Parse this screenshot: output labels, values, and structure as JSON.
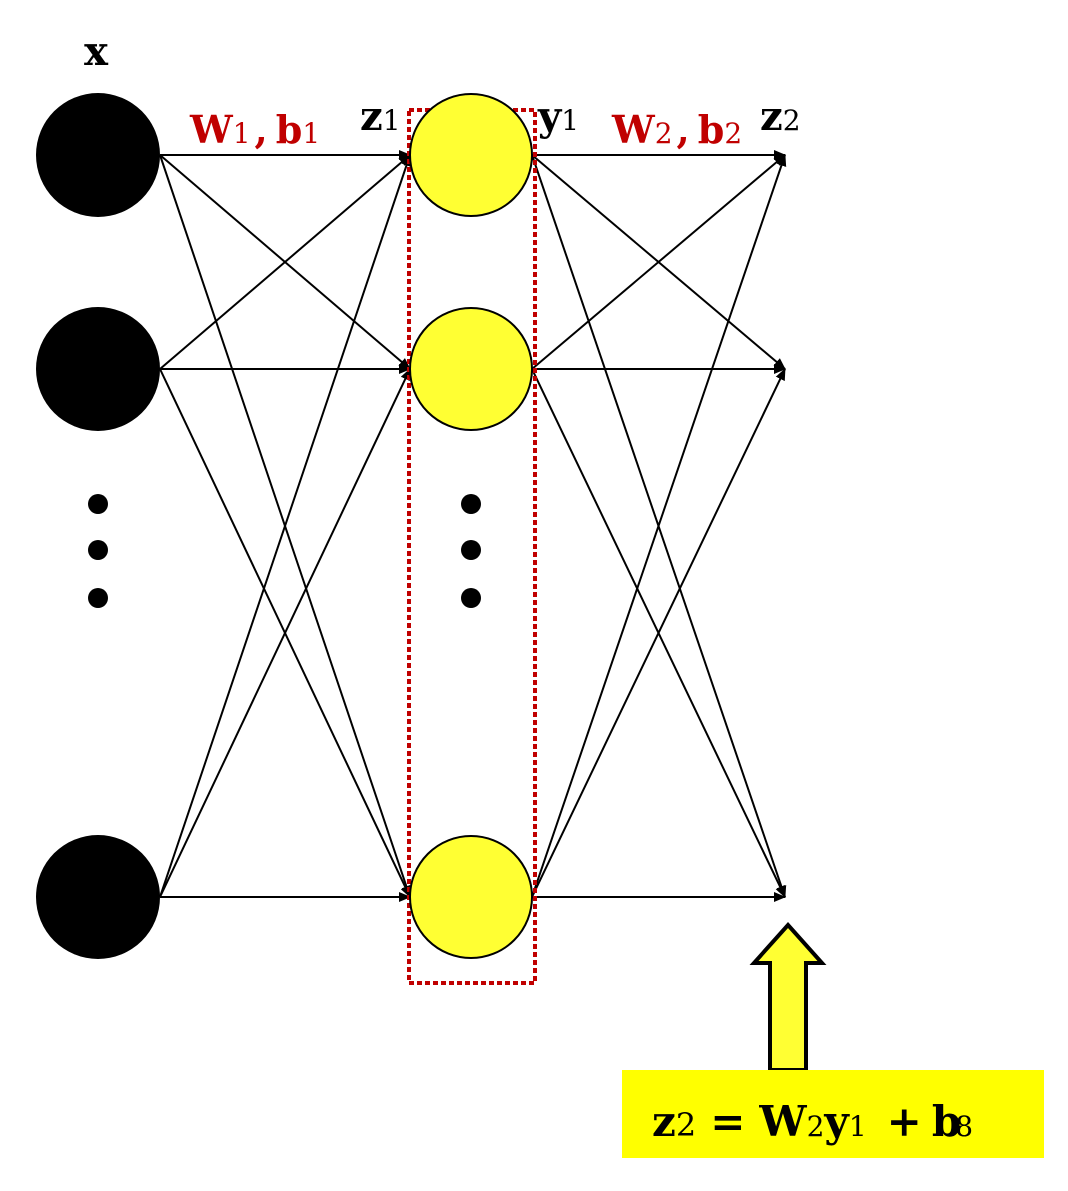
{
  "labels": {
    "input": "x",
    "z1_main": "z",
    "z1_sub": "1",
    "y1_main": "y",
    "y1_sub": "1",
    "z2_main": "z",
    "z2_sub": "2",
    "w1_main": "W",
    "w1_sub": "1",
    "w1_sep": ",",
    "b1_main": "b",
    "b1_sub": "1",
    "w2_main": "W",
    "w2_sub": "2",
    "w2_sep": ",",
    "b2_main": "b",
    "b2_sub": "2"
  },
  "equation": {
    "lhs_main": "z",
    "lhs_sub": "2",
    "equals": "=",
    "w_main": "W",
    "w_sub": "2",
    "y_main": "y",
    "y_sub": "1",
    "plus": "+",
    "b_main": "b",
    "b_sub": "8"
  },
  "colors": {
    "input_node": "#000000",
    "hidden_node": "#ffff33",
    "weight_label": "#c00000",
    "highlight_box": "#c00000",
    "callout_background": "#ffff00"
  }
}
